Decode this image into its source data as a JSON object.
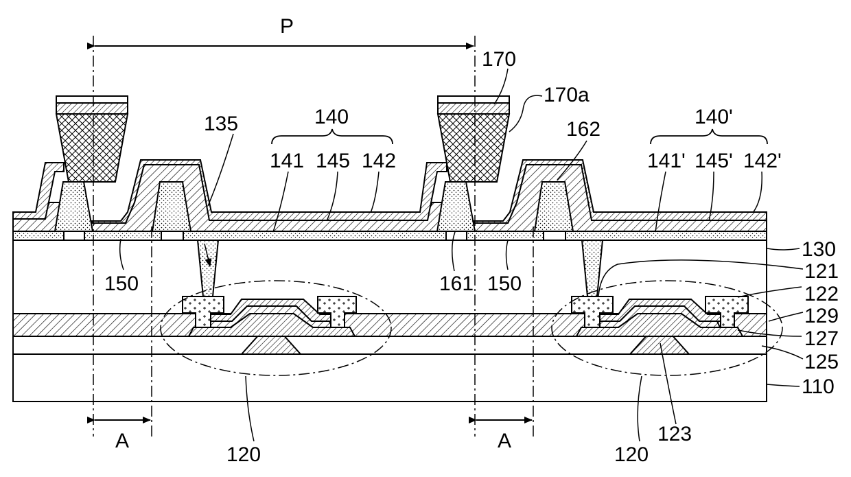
{
  "labels": {
    "P": "P",
    "A_left": "A",
    "A_right": "A",
    "n170": "170",
    "n170a": "170a",
    "n135": "135",
    "n140": "140",
    "n162": "162",
    "n141": "141",
    "n145": "145",
    "n142": "142",
    "n140p": "140'",
    "n141p": "141'",
    "n145p": "145'",
    "n142p": "142'",
    "n130": "130",
    "n121": "121",
    "n122": "122",
    "n129": "129",
    "n127": "127",
    "n125": "125",
    "n110": "110",
    "n150_left": "150",
    "n150_right": "150",
    "n161": "161",
    "n120_left": "120",
    "n120_right": "120",
    "n123": "123"
  }
}
